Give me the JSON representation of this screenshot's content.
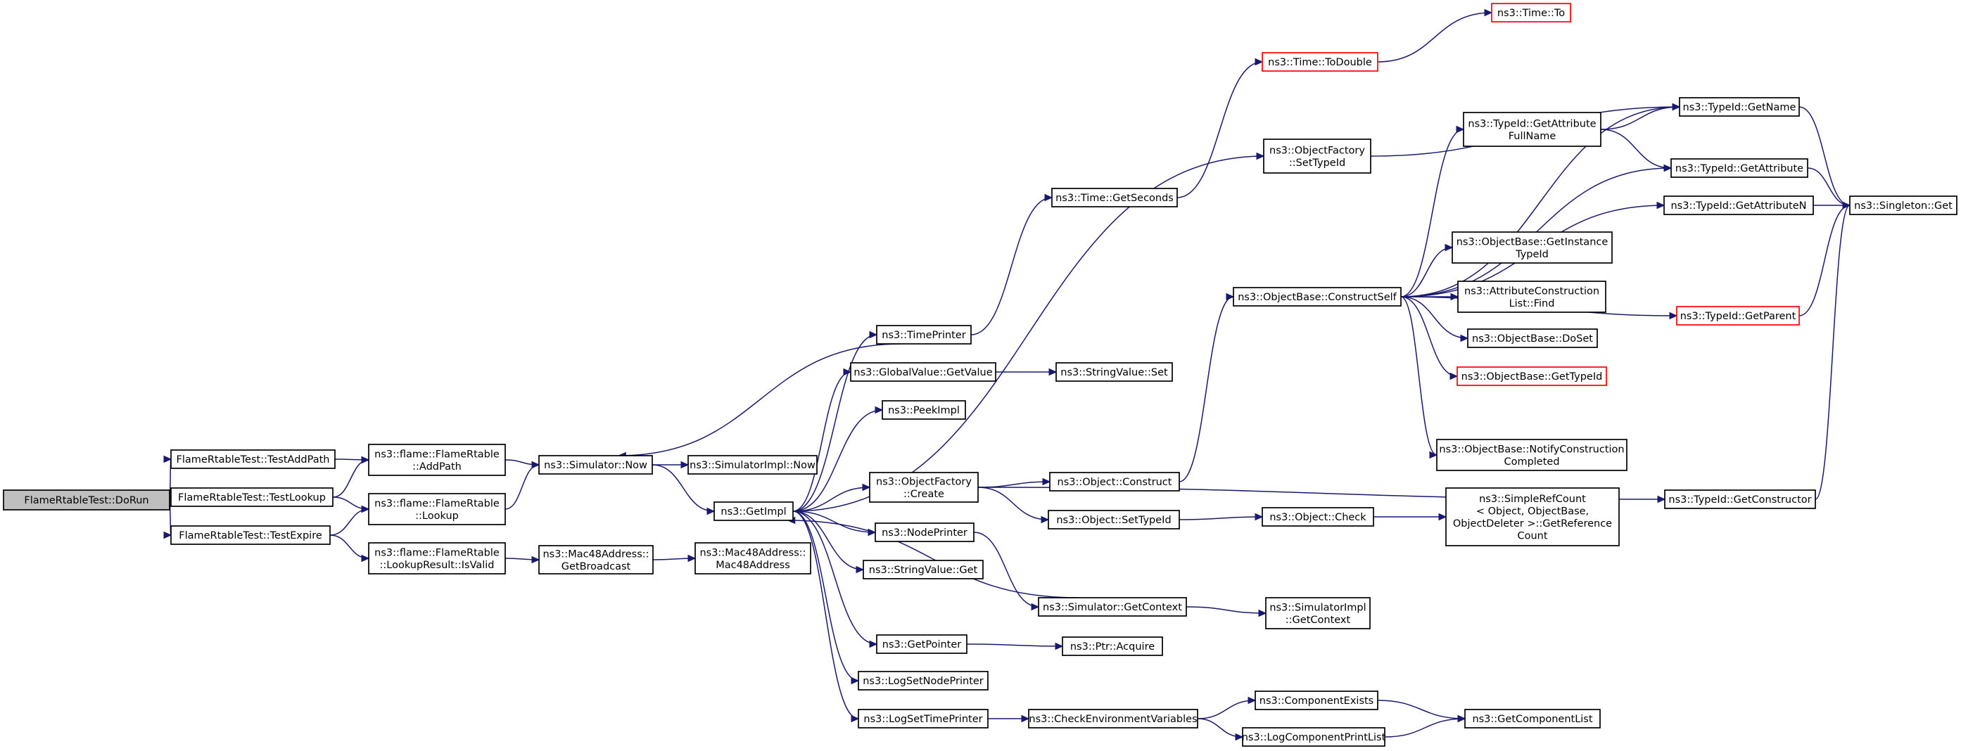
{
  "colors": {
    "edge": "#191970",
    "box_border": "#000000",
    "missing_border": "#ff0000",
    "root_fill": "#bfbfbf",
    "node_fill": "#ffffff"
  },
  "nodes": [
    {
      "id": "dorun",
      "lines": [
        "FlameRtableTest::DoRun"
      ],
      "root": true
    },
    {
      "id": "testaddpath",
      "lines": [
        "FlameRtableTest::TestAddPath"
      ]
    },
    {
      "id": "testlookup",
      "lines": [
        "FlameRtableTest::TestLookup"
      ]
    },
    {
      "id": "testexpire",
      "lines": [
        "FlameRtableTest::TestExpire"
      ]
    },
    {
      "id": "addpath",
      "lines": [
        "ns3::flame::FlameRtable",
        "::AddPath"
      ]
    },
    {
      "id": "lookup",
      "lines": [
        "ns3::flame::FlameRtable",
        "::Lookup"
      ]
    },
    {
      "id": "isvalid",
      "lines": [
        "ns3::flame::FlameRtable",
        "::LookupResult::IsValid"
      ]
    },
    {
      "id": "simnow",
      "lines": [
        "ns3::Simulator::Now"
      ]
    },
    {
      "id": "getbroadcast",
      "lines": [
        "ns3::Mac48Address::",
        "GetBroadcast"
      ]
    },
    {
      "id": "mac48",
      "lines": [
        "ns3::Mac48Address::",
        "Mac48Address"
      ]
    },
    {
      "id": "simimplnow",
      "lines": [
        "ns3::SimulatorImpl::Now"
      ]
    },
    {
      "id": "getimpl",
      "lines": [
        "ns3::GetImpl"
      ]
    },
    {
      "id": "timeprinter",
      "lines": [
        "ns3::TimePrinter"
      ]
    },
    {
      "id": "gvgetvalue",
      "lines": [
        "ns3::GlobalValue::GetValue"
      ]
    },
    {
      "id": "peekimpl",
      "lines": [
        "ns3::PeekImpl"
      ]
    },
    {
      "id": "ofcreate",
      "lines": [
        "ns3::ObjectFactory",
        "::Create"
      ]
    },
    {
      "id": "nodeprinter",
      "lines": [
        "ns3::NodePrinter"
      ]
    },
    {
      "id": "svget",
      "lines": [
        "ns3::StringValue::Get"
      ]
    },
    {
      "id": "getpointer",
      "lines": [
        "ns3::GetPointer"
      ]
    },
    {
      "id": "lognodeprinter",
      "lines": [
        "ns3::LogSetNodePrinter"
      ]
    },
    {
      "id": "logtimeprinter",
      "lines": [
        "ns3::LogSetTimePrinter"
      ]
    },
    {
      "id": "getseconds",
      "lines": [
        "ns3::Time::GetSeconds"
      ]
    },
    {
      "id": "svset",
      "lines": [
        "ns3::StringValue::Set"
      ]
    },
    {
      "id": "objconstruct",
      "lines": [
        "ns3::Object::Construct"
      ]
    },
    {
      "id": "objsettypeid",
      "lines": [
        "ns3::Object::SetTypeId"
      ]
    },
    {
      "id": "simgetcontext",
      "lines": [
        "ns3::Simulator::GetContext"
      ]
    },
    {
      "id": "ptracquire",
      "lines": [
        "ns3::Ptr::Acquire"
      ]
    },
    {
      "id": "checkenv",
      "lines": [
        "ns3::CheckEnvironmentVariables"
      ]
    },
    {
      "id": "todouble",
      "lines": [
        "ns3::Time::ToDouble"
      ],
      "missing": true
    },
    {
      "id": "timeto",
      "lines": [
        "ns3::Time::To"
      ],
      "missing": true
    },
    {
      "id": "ofsettypeid",
      "lines": [
        "ns3::ObjectFactory",
        "::SetTypeId"
      ]
    },
    {
      "id": "constructself",
      "lines": [
        "ns3::ObjectBase::ConstructSelf"
      ]
    },
    {
      "id": "objcheck",
      "lines": [
        "ns3::Object::Check"
      ]
    },
    {
      "id": "simimplgetcontext",
      "lines": [
        "ns3::SimulatorImpl",
        "::GetContext"
      ]
    },
    {
      "id": "compexists",
      "lines": [
        "ns3::ComponentExists"
      ]
    },
    {
      "id": "logcompprint",
      "lines": [
        "ns3::LogComponentPrintList"
      ]
    },
    {
      "id": "getattrfull",
      "lines": [
        "ns3::TypeId::GetAttribute",
        "FullName"
      ]
    },
    {
      "id": "getinsttypeid",
      "lines": [
        "ns3::ObjectBase::GetInstance",
        "TypeId"
      ]
    },
    {
      "id": "acfind",
      "lines": [
        "ns3::AttributeConstruction",
        "List::Find"
      ]
    },
    {
      "id": "obdoset",
      "lines": [
        "ns3::ObjectBase::DoSet"
      ]
    },
    {
      "id": "obgettypeid",
      "lines": [
        "ns3::ObjectBase::GetTypeId"
      ],
      "missing": true
    },
    {
      "id": "notifyconstr",
      "lines": [
        "ns3::ObjectBase::NotifyConstruction",
        "Completed"
      ]
    },
    {
      "id": "srcget",
      "lines": [
        "ns3::SimpleRefCount",
        "< Object, ObjectBase,",
        "ObjectDeleter >::GetReference",
        "Count"
      ]
    },
    {
      "id": "getcomplist",
      "lines": [
        "ns3::GetComponentList"
      ]
    },
    {
      "id": "getname",
      "lines": [
        "ns3::TypeId::GetName"
      ]
    },
    {
      "id": "getattribute",
      "lines": [
        "ns3::TypeId::GetAttribute"
      ]
    },
    {
      "id": "getattributen",
      "lines": [
        "ns3::TypeId::GetAttributeN"
      ]
    },
    {
      "id": "getparent",
      "lines": [
        "ns3::TypeId::GetParent"
      ],
      "missing": true
    },
    {
      "id": "getconstructor",
      "lines": [
        "ns3::TypeId::GetConstructor"
      ]
    },
    {
      "id": "singletonget",
      "lines": [
        "ns3::Singleton::Get"
      ]
    }
  ],
  "edges": [
    [
      "dorun",
      "testaddpath"
    ],
    [
      "dorun",
      "testlookup"
    ],
    [
      "dorun",
      "testexpire"
    ],
    [
      "testaddpath",
      "addpath"
    ],
    [
      "testlookup",
      "addpath"
    ],
    [
      "testlookup",
      "lookup"
    ],
    [
      "testexpire",
      "lookup"
    ],
    [
      "testexpire",
      "isvalid"
    ],
    [
      "addpath",
      "simnow"
    ],
    [
      "lookup",
      "simnow"
    ],
    [
      "isvalid",
      "getbroadcast"
    ],
    [
      "getbroadcast",
      "mac48"
    ],
    [
      "simnow",
      "simimplnow"
    ],
    [
      "simnow",
      "getimpl"
    ],
    [
      "timeprinter",
      "simnow"
    ],
    [
      "getimpl",
      "timeprinter"
    ],
    [
      "getimpl",
      "gvgetvalue"
    ],
    [
      "getimpl",
      "peekimpl"
    ],
    [
      "getimpl",
      "ofcreate"
    ],
    [
      "getimpl",
      "nodeprinter"
    ],
    [
      "getimpl",
      "svget"
    ],
    [
      "getimpl",
      "getpointer"
    ],
    [
      "getimpl",
      "lognodeprinter"
    ],
    [
      "getimpl",
      "logtimeprinter"
    ],
    [
      "getimpl",
      "ofsettypeid"
    ],
    [
      "simgetcontext",
      "getimpl"
    ],
    [
      "timeprinter",
      "getseconds"
    ],
    [
      "getseconds",
      "todouble"
    ],
    [
      "todouble",
      "timeto"
    ],
    [
      "gvgetvalue",
      "svset"
    ],
    [
      "ofcreate",
      "objconstruct"
    ],
    [
      "ofcreate",
      "objsettypeid"
    ],
    [
      "ofcreate",
      "getconstructor"
    ],
    [
      "nodeprinter",
      "simgetcontext"
    ],
    [
      "getpointer",
      "ptracquire"
    ],
    [
      "logtimeprinter",
      "checkenv"
    ],
    [
      "objconstruct",
      "constructself"
    ],
    [
      "objsettypeid",
      "objcheck"
    ],
    [
      "objcheck",
      "srcget"
    ],
    [
      "simgetcontext",
      "simimplgetcontext"
    ],
    [
      "checkenv",
      "compexists"
    ],
    [
      "checkenv",
      "logcompprint"
    ],
    [
      "compexists",
      "getcomplist"
    ],
    [
      "logcompprint",
      "getcomplist"
    ],
    [
      "ofsettypeid",
      "getname"
    ],
    [
      "constructself",
      "getattrfull"
    ],
    [
      "constructself",
      "getname"
    ],
    [
      "constructself",
      "getattribute"
    ],
    [
      "constructself",
      "getattributen"
    ],
    [
      "constructself",
      "getinsttypeid"
    ],
    [
      "constructself",
      "acfind"
    ],
    [
      "constructself",
      "obdoset"
    ],
    [
      "constructself",
      "obgettypeid"
    ],
    [
      "constructself",
      "notifyconstr"
    ],
    [
      "constructself",
      "getparent"
    ],
    [
      "getattrfull",
      "getname"
    ],
    [
      "getattrfull",
      "getattribute"
    ],
    [
      "getname",
      "singletonget"
    ],
    [
      "getattribute",
      "singletonget"
    ],
    [
      "getattributen",
      "singletonget"
    ],
    [
      "getparent",
      "singletonget"
    ],
    [
      "getconstructor",
      "singletonget"
    ]
  ]
}
